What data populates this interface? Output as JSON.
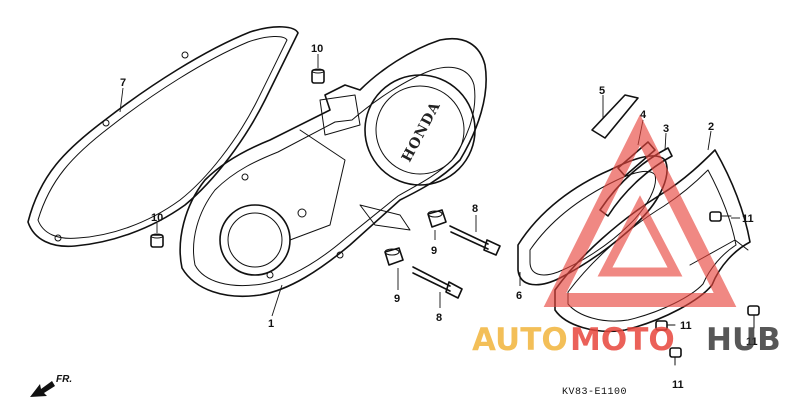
{
  "diagram_code": "KV83-E1100",
  "direction_label": "FR.",
  "brand_mark": "HONDA",
  "watermark": {
    "part1": "AUTO",
    "part2": "MOTO",
    "part3": "HUB",
    "color_primary": "#e8463d",
    "color_secondary": "#f2b43c",
    "color_dark": "#3a3a3a"
  },
  "callouts": {
    "c1": "1",
    "c2": "2",
    "c3": "3",
    "c4": "4",
    "c5": "5",
    "c6": "6",
    "c7": "7",
    "c8a": "8",
    "c8b": "8",
    "c9a": "9",
    "c9b": "9",
    "c10a": "10",
    "c10b": "10",
    "c11a": "11",
    "c11b": "11",
    "c11c": "11",
    "c11d": "11"
  }
}
